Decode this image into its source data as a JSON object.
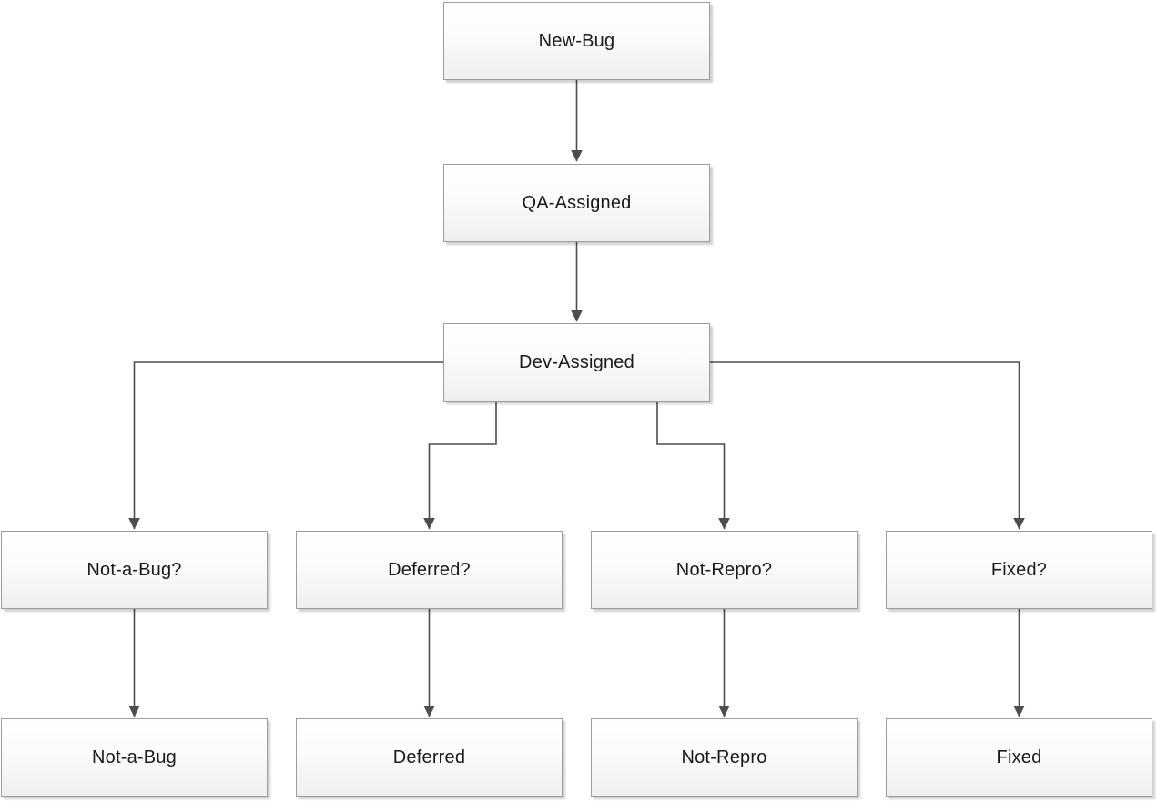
{
  "diagram": {
    "type": "flowchart",
    "nodes": {
      "new_bug": "New-Bug",
      "qa_assigned": "QA-Assigned",
      "dev_assigned": "Dev-Assigned",
      "not_a_bug_q": "Not-a-Bug?",
      "deferred_q": "Deferred?",
      "not_repro_q": "Not-Repro?",
      "fixed_q": "Fixed?",
      "not_a_bug": "Not-a-Bug",
      "deferred": "Deferred",
      "not_repro": "Not-Repro",
      "fixed": "Fixed"
    },
    "edges": [
      {
        "from": "New-Bug",
        "to": "QA-Assigned"
      },
      {
        "from": "QA-Assigned",
        "to": "Dev-Assigned"
      },
      {
        "from": "Dev-Assigned",
        "to": "Not-a-Bug?"
      },
      {
        "from": "Dev-Assigned",
        "to": "Deferred?"
      },
      {
        "from": "Dev-Assigned",
        "to": "Not-Repro?"
      },
      {
        "from": "Dev-Assigned",
        "to": "Fixed?"
      },
      {
        "from": "Not-a-Bug?",
        "to": "Not-a-Bug"
      },
      {
        "from": "Deferred?",
        "to": "Deferred"
      },
      {
        "from": "Not-Repro?",
        "to": "Not-Repro"
      },
      {
        "from": "Fixed?",
        "to": "Fixed"
      }
    ],
    "colors": {
      "line": "#4d4d4d",
      "box_border": "#9d9d9d",
      "box_fill_top": "#ffffff",
      "box_fill_bottom": "#efefef",
      "text": "#1a1a1a",
      "background": "#ffffff"
    }
  }
}
